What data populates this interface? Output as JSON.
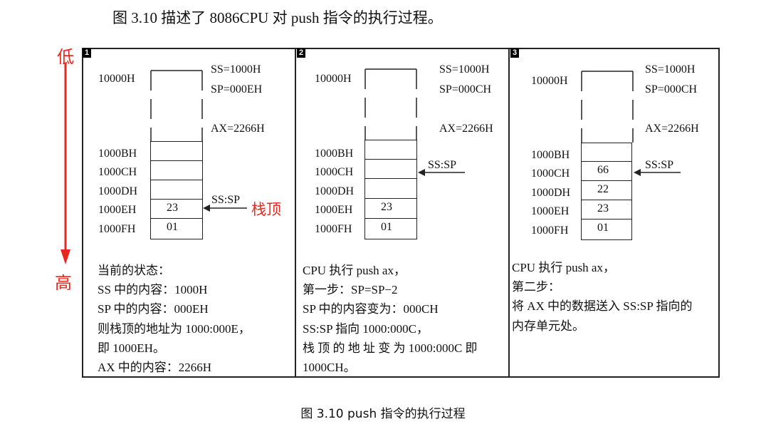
{
  "intro": "图 3.10 描述了 8086CPU 对 push 指令的执行过程。",
  "side_low": "低",
  "side_high": "高",
  "stack_top_label": "栈顶",
  "panels": [
    {
      "number": "1",
      "base_addr": "10000H",
      "regs": [
        "SS=1000H",
        "SP=000EH",
        "AX=2266H"
      ],
      "addrs": [
        "1000BH",
        "1000CH",
        "1000DH",
        "1000EH",
        "1000FH"
      ],
      "cells": [
        "",
        "",
        "",
        "23",
        "01"
      ],
      "pointer": "SS:SP",
      "desc": [
        "当前的状态：",
        "SS 中的内容：1000H",
        "SP 中的内容：000EH",
        "则栈顶的地址为 1000:000E，",
        "即 1000EH。",
        "AX 中的内容：2266H"
      ]
    },
    {
      "number": "2",
      "base_addr": "10000H",
      "regs": [
        "SS=1000H",
        "SP=000CH",
        "AX=2266H"
      ],
      "addrs": [
        "1000BH",
        "1000CH",
        "1000DH",
        "1000EH",
        "1000FH"
      ],
      "cells": [
        "",
        "",
        "",
        "23",
        "01"
      ],
      "pointer": "SS:SP",
      "desc": [
        "CPU 执行 push ax，",
        "第一步：SP=SP−2",
        "SP 中的内容变为：000CH",
        "SS:SP 指向 1000:000C，",
        "栈 顶 的 地 址 变 为  1000:000C  即",
        "1000CH。"
      ]
    },
    {
      "number": "3",
      "base_addr": "10000H",
      "regs": [
        "SS=1000H",
        "SP=000CH",
        "AX=2266H"
      ],
      "addrs": [
        "1000BH",
        "1000CH",
        "1000DH",
        "1000EH",
        "1000FH"
      ],
      "cells": [
        "",
        "66",
        "22",
        "23",
        "01"
      ],
      "pointer": "SS:SP",
      "desc": [
        "CPU 执行  push ax，",
        "第二步：",
        "将 AX 中的数据送入 SS:SP 指向的",
        "内存单元处。"
      ]
    }
  ],
  "caption": "图 3.10    push 指令的执行过程"
}
